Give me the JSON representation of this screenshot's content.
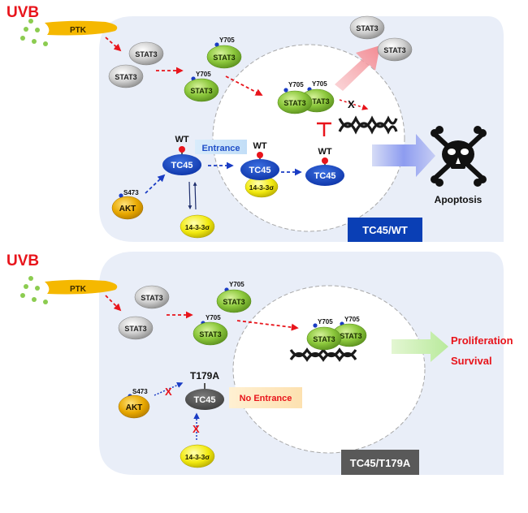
{
  "panels": [
    {
      "id": "wt",
      "uvb_label": "UVB",
      "ptk_label": "PTK",
      "stat3_label": "STAT3",
      "phospho_site": "Y705",
      "tc45_label": "TC45",
      "tc45_status": "WT",
      "akt_label": "AKT",
      "akt_site": "S473",
      "protein_1433_label": "14-3-3σ",
      "entrance_label": "Entrance",
      "dna_block_mark": "X",
      "outcome_label": "Apoptosis",
      "badge_label": "TC45/WT",
      "badge_color": "#0a3fb5"
    },
    {
      "id": "t179a",
      "uvb_label": "UVB",
      "ptk_label": "PTK",
      "stat3_label": "STAT3",
      "phospho_site": "Y705",
      "tc45_label": "TC45",
      "tc45_status": "T179A",
      "akt_label": "AKT",
      "akt_site": "S473",
      "protein_1433_label": "14-3-3σ",
      "entrance_label": "No Entrance",
      "block_mark": "X",
      "outcome_labels": [
        "Proliferation",
        "Survival"
      ],
      "badge_label": "TC45/T179A",
      "badge_color": "#595959"
    }
  ],
  "colors": {
    "uvb": "#e8141b",
    "arrow_red": "#e8141b",
    "arrow_blue": "#1a3cc4",
    "cell_bg": "#e9eef8",
    "tc45_wt": "#1f4fc8",
    "tc45_mutant": "#5a5a5a",
    "stat3_active": "#8cc83c",
    "stat3_inactive": "#bdbdbd",
    "ptk": "#f5b800",
    "akt": "#e8a800",
    "protein_1433": "#f2ea10"
  }
}
